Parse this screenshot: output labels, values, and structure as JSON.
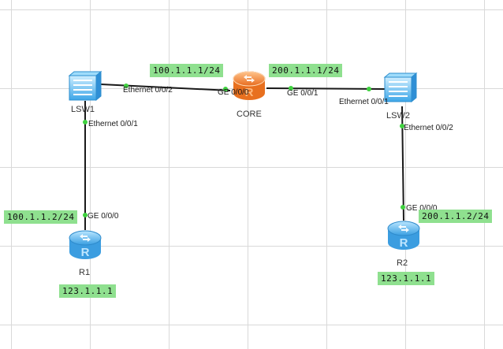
{
  "colors": {
    "link": "#1a1a1a",
    "port_dot": "#3fd13f",
    "label_bg": "#8fe08f",
    "router_core": "#f5893a",
    "router_edge": "#4fb3f0",
    "switch": "#4fb3f0"
  },
  "devices": {
    "lsw1": {
      "name": "LSW1",
      "icon": "switch-icon"
    },
    "lsw2": {
      "name": "LSW2",
      "icon": "switch-icon"
    },
    "core": {
      "name": "CORE",
      "icon": "router-icon"
    },
    "r1": {
      "name": "R1",
      "icon": "router-icon"
    },
    "r2": {
      "name": "R2",
      "icon": "router-icon"
    }
  },
  "ports": {
    "lsw1_e002": "Ethernet 0/0/2",
    "lsw1_e001": "Ethernet 0/0/1",
    "core_ge000": "GE 0/0/0",
    "core_ge001": "GE 0/0/1",
    "lsw2_e001": "Ethernet 0/0/1",
    "lsw2_e002": "Ethernet 0/0/2",
    "r1_ge000": "GE 0/0/0",
    "r2_ge000": "GE 0/0/0"
  },
  "addresses": {
    "core_ge000": "100.1.1.1/24",
    "core_ge001": "200.1.1.1/24",
    "r1_ge000": "100.1.1.2/24",
    "r2_ge000": "200.1.1.2/24",
    "r1_loopback": "123.1.1.1",
    "r2_loopback": "123.1.1.1"
  }
}
